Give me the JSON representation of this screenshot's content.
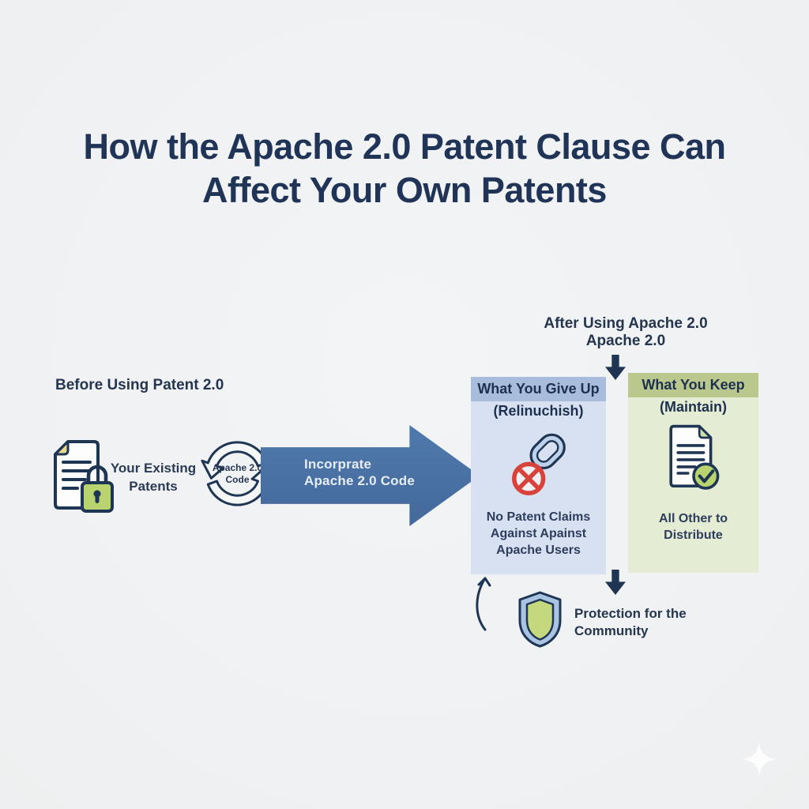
{
  "title": {
    "line1": "How the Apache 2.0 Patent Clause Can",
    "line2": "Affect Your Own Patents"
  },
  "before": {
    "heading": "Before Using Patent 2.0",
    "existing_patents": {
      "line1": "Your Existing",
      "line2": "Patents"
    },
    "cycle": {
      "line1": "Apache 2.0",
      "line2": "Code"
    },
    "incorporate_arrow": {
      "line1": "Incorprate",
      "line2": "Apache 2.0 Code"
    }
  },
  "after": {
    "heading": {
      "line1": "After Using Apache 2.0",
      "line2": "Apache 2.0"
    },
    "give_up": {
      "header": "What You Give Up",
      "subheader": "(Relinuchish)",
      "lines": [
        "No Patent Claims",
        "Against Apainst",
        "Apache Users"
      ]
    },
    "keep": {
      "header": "What You Keep",
      "subheader": "(Maintain)",
      "lines": [
        "All Other to",
        "Distribute"
      ]
    }
  },
  "footer": {
    "protection": {
      "line1": "Protection for the",
      "line2": "Community"
    }
  },
  "icons": {
    "document_lock": "document-lock-icon",
    "cycle_arrows": "cycle-arrows-icon",
    "block_arrow": "block-arrow-right-icon",
    "broken_link": "broken-link-prohibited-icon",
    "document_check": "document-check-icon",
    "shield": "shield-icon",
    "down_arrow": "down-arrow-icon",
    "curved_up_arrow": "curved-up-arrow-icon",
    "sparkle": "sparkle-icon"
  },
  "colors": {
    "navy": "#1f3556",
    "background": "#eef0f1",
    "arrow_blue": "#48719f",
    "giveup_header_bg": "#a7bddb",
    "giveup_body_bg": "#d7e1f1",
    "keep_header_bg": "#bbc88d",
    "keep_body_bg": "#e5ecd4",
    "lock_green": "#b9d36e",
    "check_green": "#b9d36e",
    "prohibit_red": "#d8423a",
    "link_blue": "#bdd2ea",
    "shield_outer_blue": "#a9c3e2",
    "shield_inner_green": "#c6d87e",
    "fold_yellow": "#ecd98c"
  }
}
